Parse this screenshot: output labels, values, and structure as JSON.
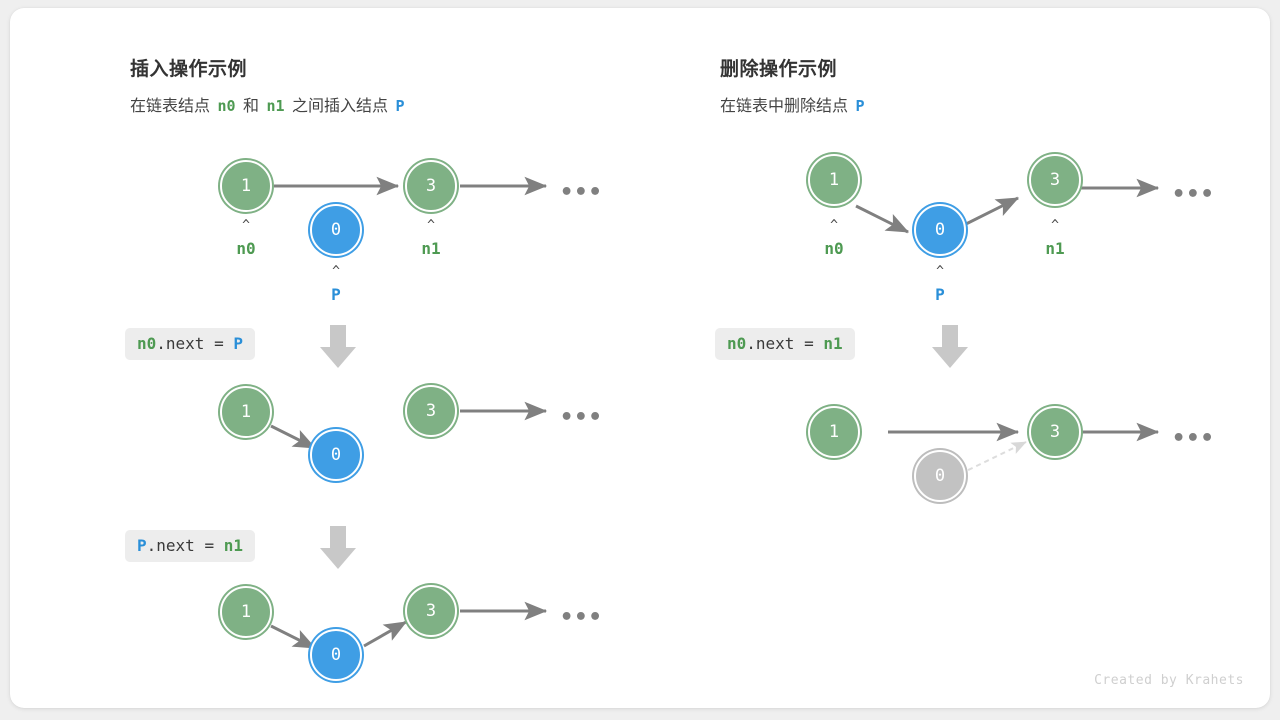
{
  "page": {
    "background": "#efefef",
    "card_background": "#ffffff",
    "credit": "Created by Krahets"
  },
  "colors": {
    "green_node": "#7fb185",
    "blue_node": "#3f9ee5",
    "gray_node": "#c2c2c2",
    "green_text": "#4e9a52",
    "blue_text": "#2a8fd8",
    "arrow": "#808080",
    "step_arrow": "#c8c8c8",
    "chip_background": "#ededed"
  },
  "panels": {
    "insert": {
      "title": "插入操作示例",
      "subtitle": {
        "part1": "在链表结点",
        "token1": "n0",
        "part2": "和",
        "token2": "n1",
        "part3": "之间插入结点",
        "token3": "P"
      },
      "steps": [
        {
          "nodes": [
            {
              "value": "1",
              "color": "green"
            },
            {
              "value": "0",
              "color": "blue"
            },
            {
              "value": "3",
              "color": "green"
            }
          ],
          "pointers": [
            {
              "label": "n0",
              "color": "g"
            },
            {
              "label": "P",
              "color": "b"
            },
            {
              "label": "n1",
              "color": "g"
            }
          ],
          "tail": "•••"
        },
        {
          "code": {
            "var1": "n0",
            "mid": ".next = ",
            "var2": "P"
          },
          "nodes": [
            {
              "value": "1",
              "color": "green"
            },
            {
              "value": "0",
              "color": "blue"
            },
            {
              "value": "3",
              "color": "green"
            }
          ],
          "tail": "•••"
        },
        {
          "code": {
            "var1": "P",
            "mid": ".next = ",
            "var2": "n1"
          },
          "nodes": [
            {
              "value": "1",
              "color": "green"
            },
            {
              "value": "0",
              "color": "blue"
            },
            {
              "value": "3",
              "color": "green"
            }
          ],
          "tail": "•••"
        }
      ]
    },
    "delete": {
      "title": "删除操作示例",
      "subtitle": {
        "part1": "在链表中删除结点",
        "token1": "P"
      },
      "steps": [
        {
          "nodes": [
            {
              "value": "1",
              "color": "green"
            },
            {
              "value": "0",
              "color": "blue"
            },
            {
              "value": "3",
              "color": "green"
            }
          ],
          "pointers": [
            {
              "label": "n0",
              "color": "g"
            },
            {
              "label": "P",
              "color": "b"
            },
            {
              "label": "n1",
              "color": "g"
            }
          ],
          "tail": "•••"
        },
        {
          "code": {
            "var1": "n0",
            "mid": ".next = ",
            "var2": "n1"
          },
          "nodes": [
            {
              "value": "1",
              "color": "green"
            },
            {
              "value": "0",
              "color": "gray"
            },
            {
              "value": "3",
              "color": "green"
            }
          ],
          "tail": "•••"
        }
      ]
    }
  },
  "icons": {
    "caret": "︿",
    "step_arrow": "down-arrow-icon"
  }
}
